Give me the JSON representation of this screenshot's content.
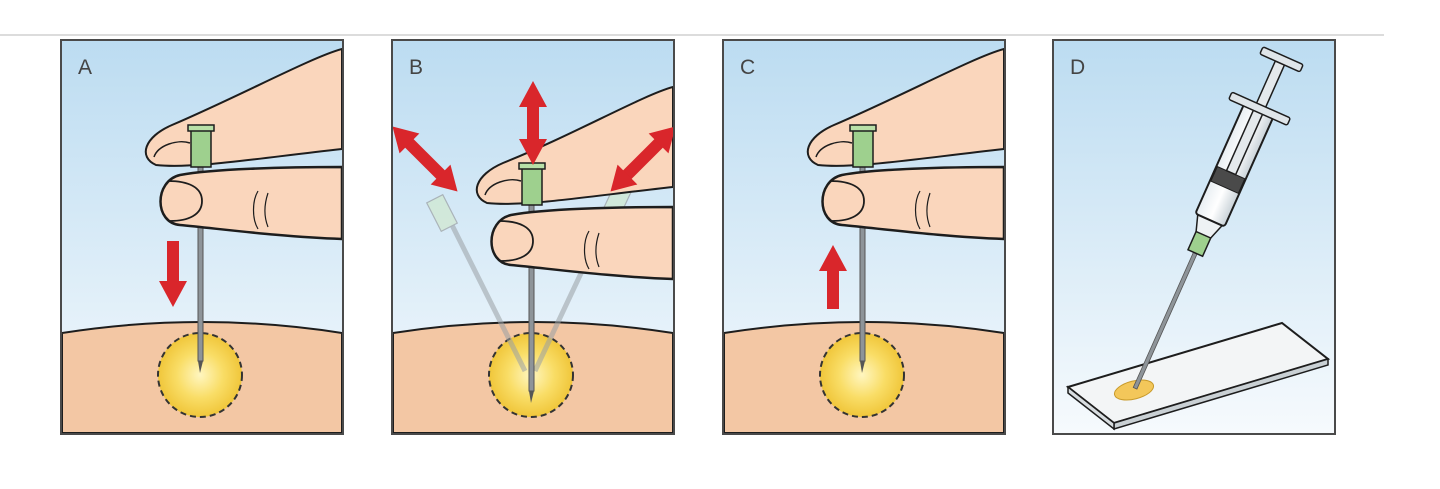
{
  "panels": [
    {
      "letter": "A"
    },
    {
      "letter": "B"
    },
    {
      "letter": "C"
    },
    {
      "letter": "D"
    }
  ],
  "colors": {
    "sky_top": "#bcdcf1",
    "sky_bottom": "#f4f9fd",
    "skin": "#f3c7a4",
    "finger": "#fad6bc",
    "outline": "#1d1d1d",
    "lesion_center": "#fff2a8",
    "lesion_edge": "#f2cc3c",
    "needle_hub": "#9ed08e",
    "needle_shaft": "#8e9499",
    "arrow": "#d9262b",
    "slide": "#f3f5f6",
    "aspirate": "#f3c75a"
  },
  "icons": {
    "arrow": "red-arrow-icon",
    "needle": "fine-needle-icon",
    "syringe": "syringe-icon",
    "slide": "glass-slide-icon"
  }
}
